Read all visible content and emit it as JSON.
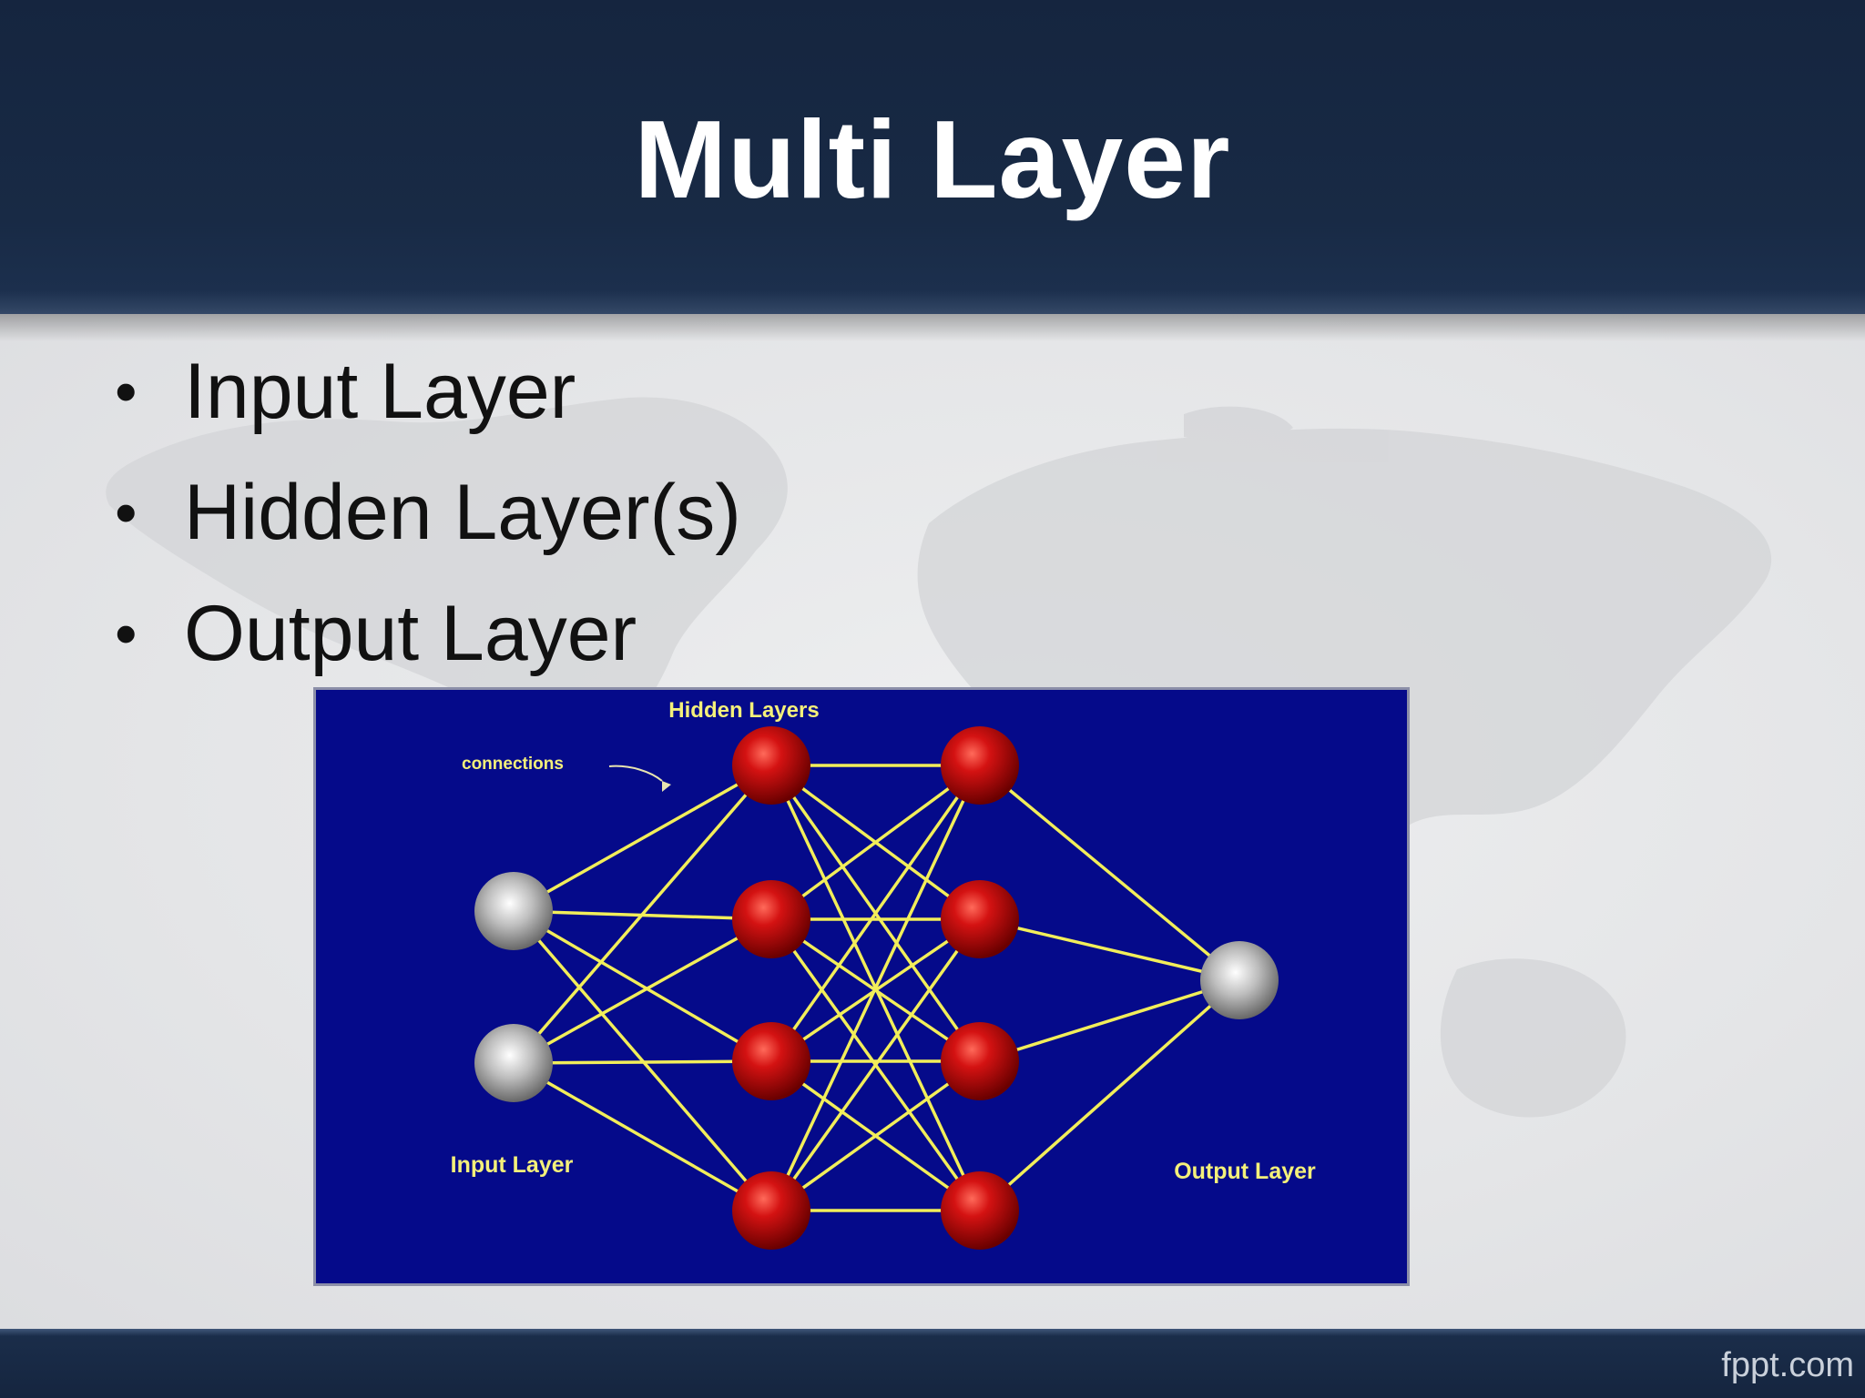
{
  "slide": {
    "title": "Multi Layer",
    "bullets": [
      "Input Layer",
      "Hidden Layer(s)",
      "Output Layer"
    ],
    "brand": "fppt.com"
  },
  "diagram": {
    "labels": {
      "hidden": "Hidden Layers",
      "connections": "connections",
      "input": "Input Layer",
      "output": "Output Layer"
    },
    "colors": {
      "background": "#050a8a",
      "connection": "#f2ee5a",
      "input_node": "#bfbfbf",
      "hidden_node": "#d01010",
      "output_node": "#c8c8c8",
      "label": "#f4f07a"
    },
    "layers": [
      {
        "name": "input",
        "nodes": 2
      },
      {
        "name": "hidden-1",
        "nodes": 4
      },
      {
        "name": "hidden-2",
        "nodes": 4
      },
      {
        "name": "output",
        "nodes": 1
      }
    ]
  }
}
